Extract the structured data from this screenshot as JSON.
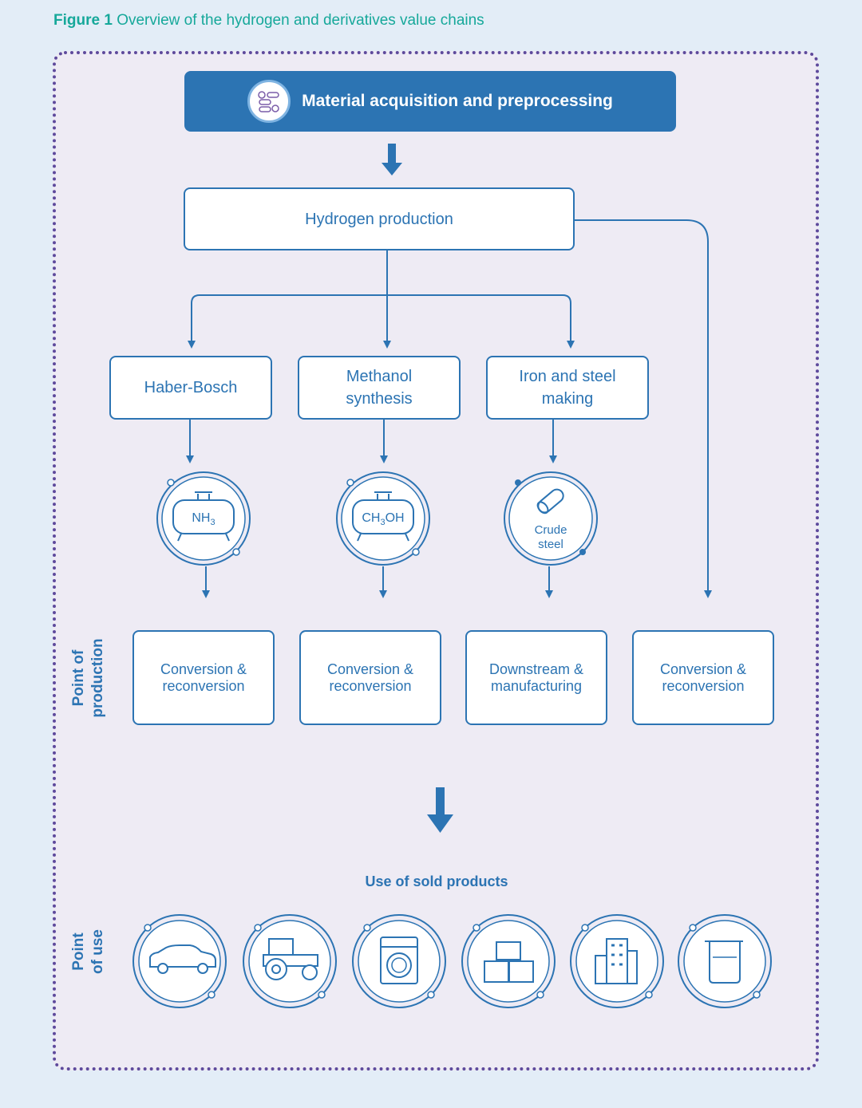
{
  "caption": {
    "label": "Figure 1",
    "text": "Overview of the hydrogen and derivatives value chains"
  },
  "top": {
    "label": "Material acquisition and preprocessing",
    "icon": "process-flow-icon"
  },
  "hydrogen": {
    "label": "Hydrogen production"
  },
  "processes": [
    {
      "line1": "Haber-Bosch",
      "line2": ""
    },
    {
      "line1": "Methanol",
      "line2": "synthesis"
    },
    {
      "line1": "Iron and steel",
      "line2": "making"
    }
  ],
  "products": [
    {
      "main": "NH",
      "sub": "3",
      "icon": "ammonia-tank-icon"
    },
    {
      "main": "CH",
      "sub": "3",
      "tail": "OH",
      "icon": "methanol-tank-icon"
    },
    {
      "line1": "Crude",
      "line2": "steel",
      "icon": "steel-pipe-icon"
    }
  ],
  "outputs": [
    {
      "line1": "Conversion &",
      "line2": "reconversion"
    },
    {
      "line1": "Conversion &",
      "line2": "reconversion"
    },
    {
      "line1": "Downstream &",
      "line2": "manufacturing"
    },
    {
      "line1": "Conversion &",
      "line2": "reconversion"
    }
  ],
  "side_labels": {
    "production_line1": "Point of",
    "production_line2": "production",
    "use_line1": "Point",
    "use_line2": "of use"
  },
  "use": {
    "title": "Use of sold products",
    "icons": [
      "car-icon",
      "tractor-icon",
      "washing-machine-icon",
      "boxes-icon",
      "buildings-icon",
      "beaker-icon"
    ]
  },
  "colors": {
    "primary": "#2c74b3",
    "frame": "#5e4a9c",
    "caption": "#16a89a",
    "background": "#e3edf7"
  }
}
